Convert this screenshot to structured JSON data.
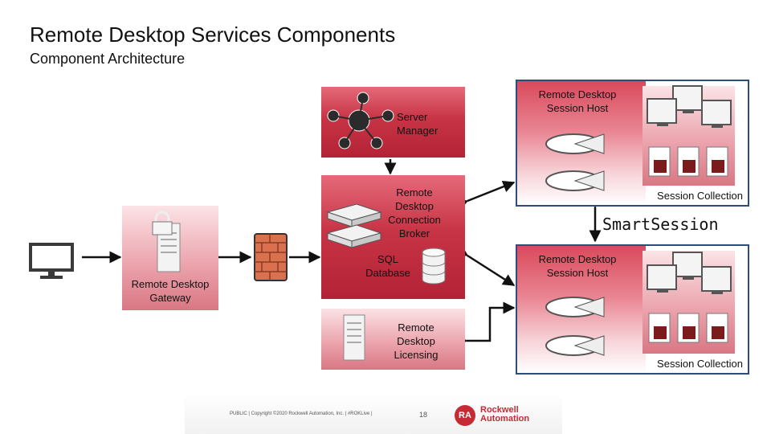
{
  "header": {
    "title": "Remote Desktop Services Components",
    "subtitle": "Component Architecture"
  },
  "diagram": {
    "server_manager": "Server\nManager",
    "connection_broker": "Remote\nDesktop\nConnection\nBroker",
    "sql_database": "SQL\nDatabase",
    "licensing": "Remote\nDesktop\nLicensing",
    "gateway": "Remote Desktop\nGateway",
    "host1_title": "Remote Desktop\nSession Host",
    "host1_collection": "Session Collection",
    "host2_title": "Remote Desktop\nSession Host",
    "host2_collection": "Session Collection",
    "smart_session": "SmartSession"
  },
  "footer": {
    "text": "PUBLIC | Copyright ©2020 Rockwell Automation, Inc. | #ROKLive |",
    "page": "18",
    "logo_line1": "Rockwell",
    "logo_line2": "Automation",
    "logo_badge": "RA"
  },
  "colors": {
    "brand_red": "#c62a35",
    "panel_border": "#2d4e7a"
  }
}
